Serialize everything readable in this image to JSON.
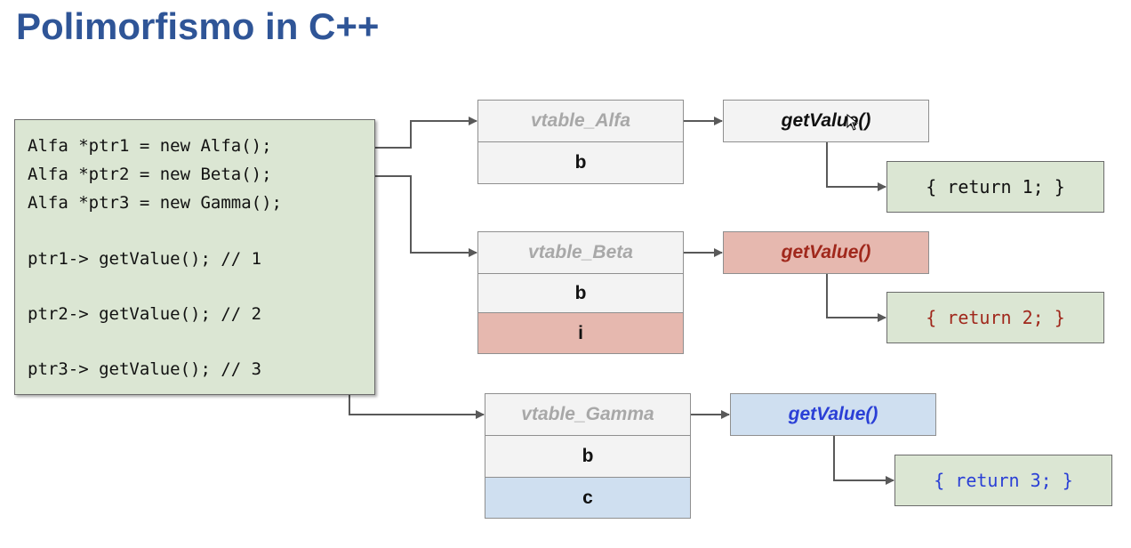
{
  "title": "Polimorfismo in C++",
  "code": [
    "Alfa *ptr1 = new Alfa();",
    "Alfa *ptr2 = new Beta();",
    "Alfa *ptr3 = new Gamma();",
    "ptr1-> getValue(); // 1",
    "ptr2-> getValue(); // 2",
    "ptr3-> getValue(); // 3"
  ],
  "alfa": {
    "vtable": "vtable_Alfa",
    "field_b": "b",
    "func": "getValue()",
    "ret": "{ return 1; }"
  },
  "beta": {
    "vtable": "vtable_Beta",
    "field_b": "b",
    "field_i": "i",
    "func": "getValue()",
    "ret": "{ return 2; }"
  },
  "gamma": {
    "vtable": "vtable_Gamma",
    "field_b": "b",
    "field_c": "c",
    "func": "getValue()",
    "ret": "{ return 3; }"
  },
  "colors": {
    "title": "#2f5597",
    "code_bg": "#dbe6d3",
    "beta_accent": "#e6b8af",
    "beta_text": "#a0281c",
    "gamma_accent": "#cfdff0",
    "gamma_text": "#2a3fd6"
  }
}
